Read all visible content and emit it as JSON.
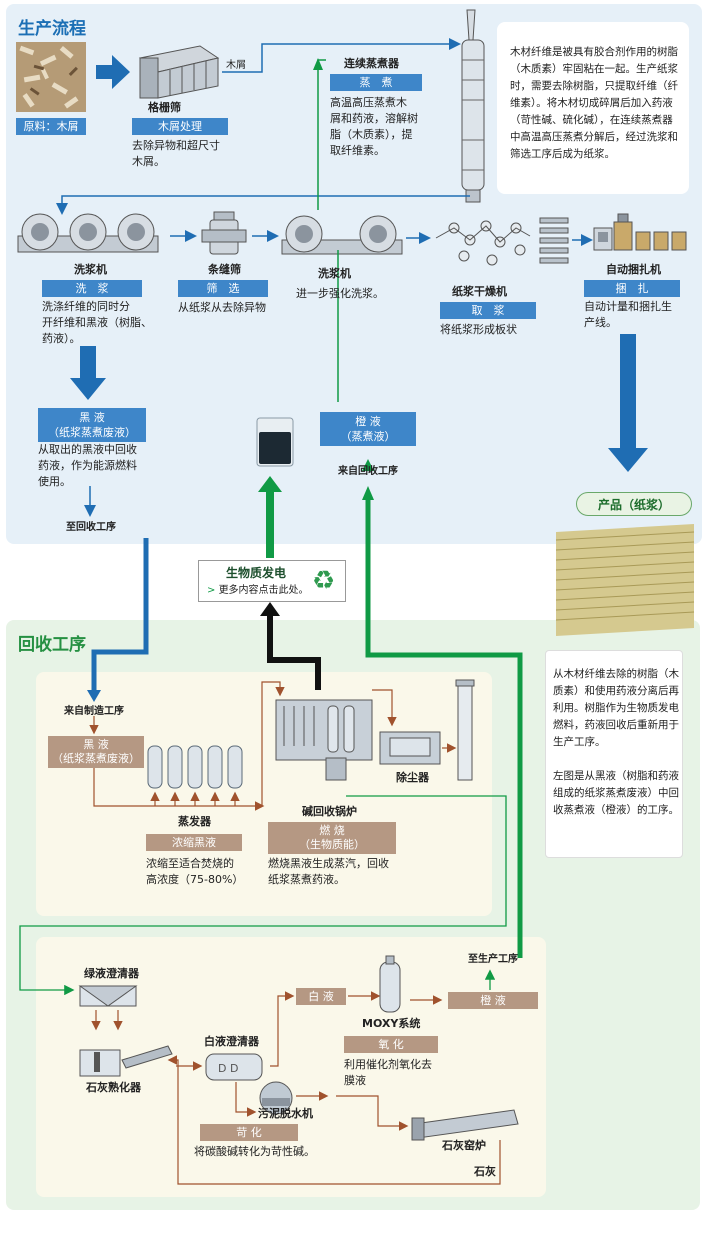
{
  "sections": {
    "production": "生产流程",
    "recovery": "回收工序"
  },
  "colors": {
    "production_bg": "#e6f0f8",
    "recovery_bg": "#e7f3e6",
    "inner_bg": "#faf8ea",
    "blue_label": "#3e86c9",
    "brown_label": "#b59883",
    "green_arrow": "#109a45",
    "blue_arrow": "#1f6db3",
    "section_title_blue": "#1c6fb5",
    "section_title_green": "#259042"
  },
  "top": {
    "raw_label": "原料：木屑",
    "grate_name": "格栅筛",
    "woodchip_process": "木屑处理",
    "woodchip_desc": "去除异物和超尺寸\n木屑。",
    "woodchip_arrow": "木屑",
    "digester_name": "连续蒸煮器",
    "digester_label": "蒸　煮",
    "digester_desc": "高温高压蒸煮木\n屑和药液，溶解树\n脂（木质素），提\n取纤维素。",
    "info": "木材纤维是被具有胶合剂作用的树脂（木质素）牢固粘在一起。生产纸浆时，需要去除树脂，只提取纤维（纤维素）。将木材切成碎屑后加入药液（苛性碱、硫化碱），在连续蒸煮器中高温高压蒸煮分解后，经过洗浆和筛选工序后成为纸浆。"
  },
  "mid": {
    "washer_name": "洗浆机",
    "washer_label": "洗　浆",
    "washer_desc": "洗涤纤维的同时分\n开纤维和黑液（树脂、\n药液）。",
    "screen_name": "条缝筛",
    "screen_label": "筛　选",
    "screen_desc": "从纸浆从去除异物",
    "washer2_name": "洗浆机",
    "washer2_desc": "进一步强化洗浆。",
    "dryer_name": "纸浆干燥机",
    "dryer_label": "取　浆",
    "dryer_desc": "将纸浆形成板状",
    "baler_name": "自动捆扎机",
    "baler_label": "捆　扎",
    "baler_desc": "自动计量和捆扎生\n产线。"
  },
  "black_liquor": {
    "label": "黑 液\n（纸浆蒸煮废液）",
    "desc": "从取出的黑液中回收\n药液，作为能源燃料\n使用。",
    "to": "至回收工序"
  },
  "orange_liquor": {
    "label": "橙 液\n（蒸煮液）",
    "from": "来自回收工序"
  },
  "product": "产品（纸浆）",
  "biomass": {
    "title": "生物质发电",
    "link": "更多内容点击此处。"
  },
  "right_info": "从木材纤维去除的树脂（木质素）和使用药液分离后再利用。树脂作为生物质发电燃料，药液回收后重新用于生产工序。\n\n左图是从黑液（树脂和药液组成的纸浆蒸煮废液）中回收蒸煮液（橙液）的工序。",
  "recovery_top": {
    "from": "来自制造工序",
    "black_label": "黑 液\n（纸浆蒸煮废液）",
    "evap_name": "蒸发器",
    "evap_label": "浓缩黑液",
    "evap_desc": "浓缩至适合焚烧的\n高浓度（75-80%）",
    "boiler_name": "碱回收锅炉",
    "boiler_label": "燃 烧\n（生物质能）",
    "boiler_desc": "燃烧黑液生成蒸汽，回收\n纸浆蒸煮药液。",
    "dust_name": "除尘器"
  },
  "recovery_bottom": {
    "green_clarifier": "绿液澄清器",
    "slaker": "石灰熟化器",
    "white_clarifier": "白液澄清器",
    "white_liquor": "白 液",
    "moxy": "MOXY系统",
    "oxidation": "氧 化",
    "oxidation_desc": "利用催化剂氧化去\n膜液",
    "to_production": "至生产工序",
    "orange": "橙 液",
    "sludge": "污泥脱水机",
    "causticizing": "苛 化",
    "causticizing_desc": "将碳酸碱转化为苛性碱。",
    "kiln": "石灰窑炉",
    "lime": "石灰"
  }
}
